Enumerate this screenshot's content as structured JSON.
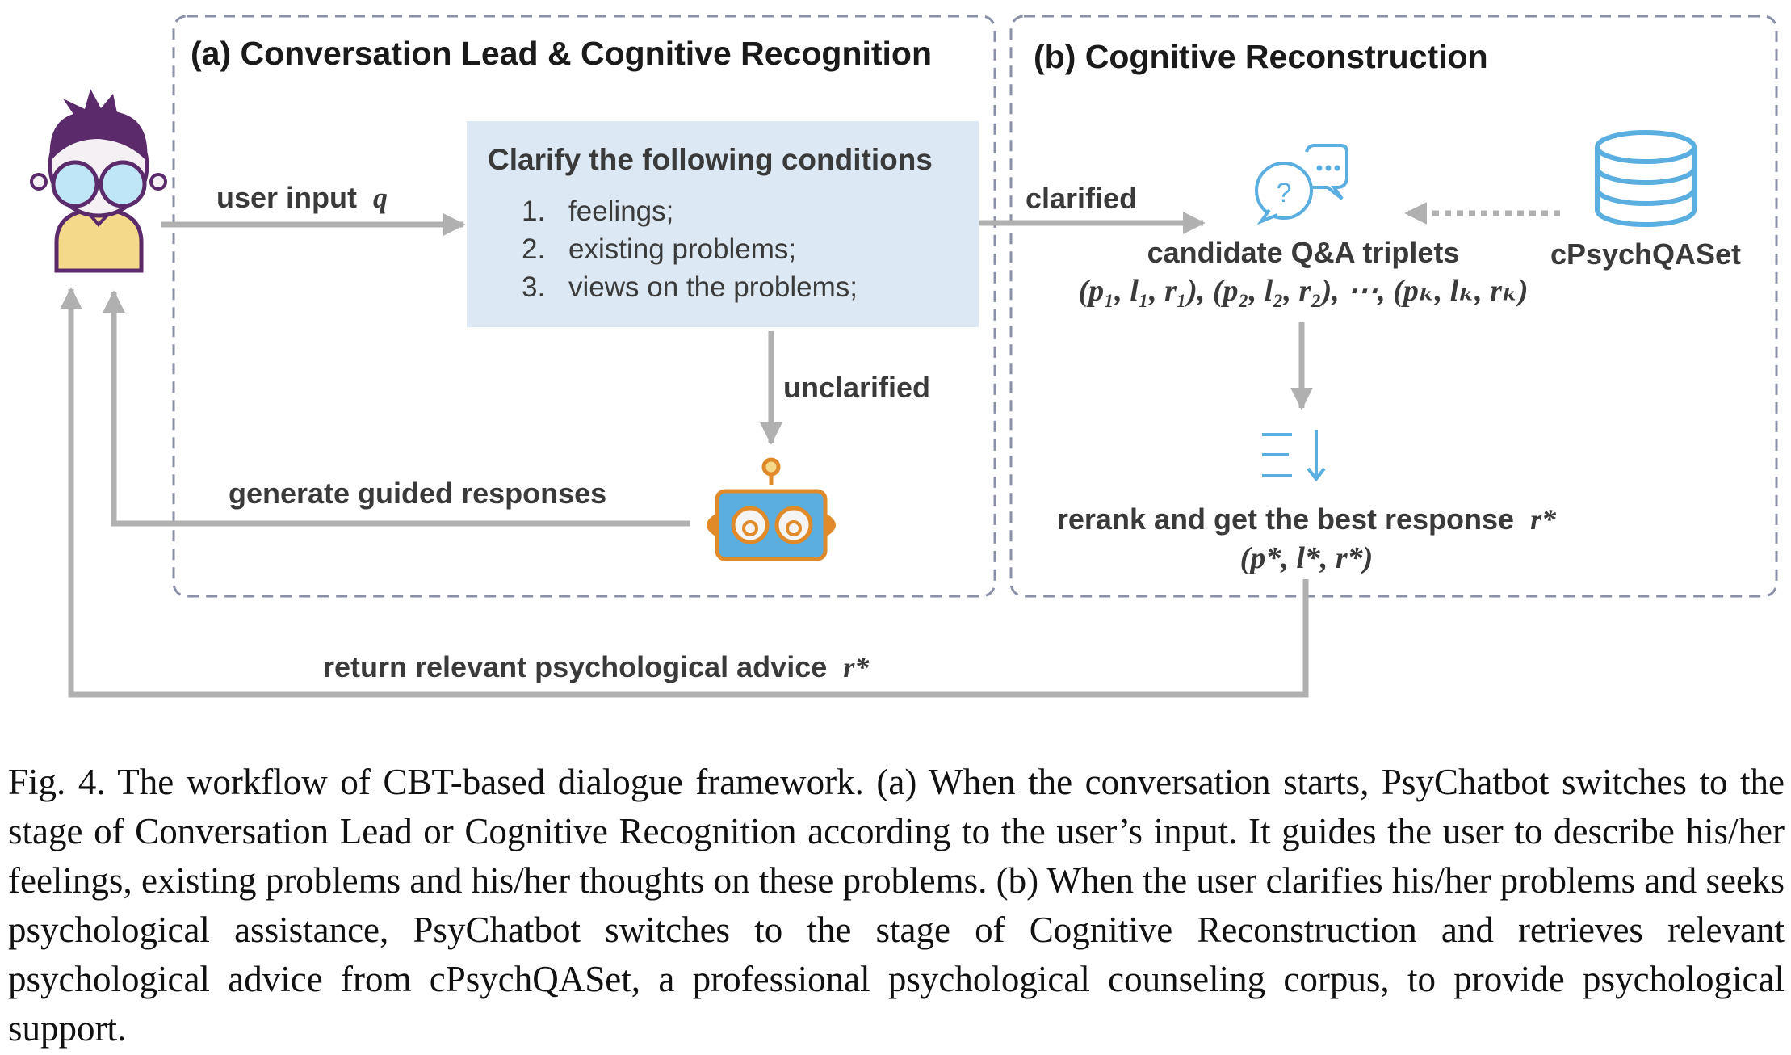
{
  "panel_a": {
    "title": "(a) Conversation Lead & Cognitive Recognition",
    "box_title": "Clarify the following conditions",
    "conditions": [
      {
        "num": "1.",
        "text": "feelings;"
      },
      {
        "num": "2.",
        "text": "existing problems;"
      },
      {
        "num": "3.",
        "text": "views on the problems;"
      }
    ],
    "user_input_label": "user input",
    "user_input_var": "q",
    "unclarified_label": "unclarified",
    "guided_label": "generate guided responses"
  },
  "panel_b": {
    "title": "(b) Cognitive Reconstruction",
    "clarified_label": "clarified",
    "candidate_label": "candidate Q&A triplets",
    "triplets_formula": "(p₁, l₁, r₁), (p₂, l₂, r₂), ⋯, (pₖ, lₖ, rₖ)",
    "dataset_label": "cPsychQASet",
    "rerank_label": "rerank and get the best response",
    "rerank_var": "r*",
    "best_triplet": "(p*, l*, r*)"
  },
  "bottom": {
    "return_label": "return relevant psychological advice",
    "return_var": "r*"
  },
  "caption": "Fig. 4.  The workflow of CBT-based dialogue framework. (a) When the conversation starts, PsyChatbot switches to the stage of Conversation Lead or Cognitive Recognition according to the user’s input. It guides the user to describe his/her feelings, existing problems and his/her thoughts on these problems. (b) When the user clarifies his/her problems and seeks psychological assistance, PsyChatbot switches to the stage of Cognitive Reconstruction and retrieves relevant psychological advice from cPsychQASet, a professional psychological counseling corpus, to provide psychological support.",
  "colors": {
    "dashed_border": "#8a90a8",
    "arrow": "#b0b0b0",
    "condition_box": "#dce8f4",
    "icon_blue": "#5aaee0",
    "robot_orange": "#e08a2a",
    "user_purple": "#5a2a6a"
  },
  "icons": [
    "user-avatar-icon",
    "robot-icon",
    "chat-bubbles-icon",
    "database-icon",
    "rerank-icon"
  ]
}
